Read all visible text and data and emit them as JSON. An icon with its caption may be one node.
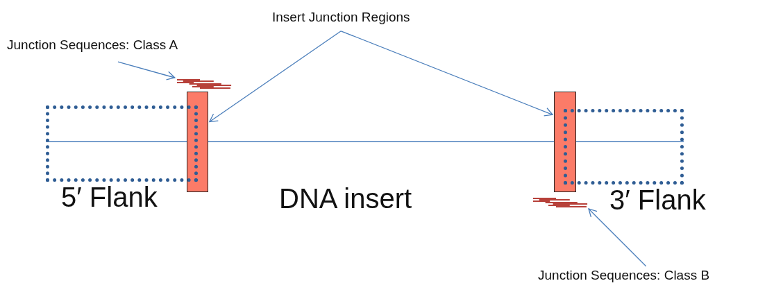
{
  "diagram": {
    "nodes": [
      {
        "text": [
          "Insert Junction Regions"
        ]
      },
      {
        "text": [
          "Junction Sequences: Class A"
        ]
      },
      {
        "text": [],
        "shape": "bar"
      },
      {
        "text": [
          "5′ Flank"
        ]
      },
      {
        "text": [],
        "shape": "line"
      },
      {
        "text": [],
        "shape": "bar"
      },
      {
        "text": [],
        "shape": "bar"
      },
      {
        "text": [
          "3′ Flank"
        ]
      },
      {
        "text": [],
        "shape": "bar"
      },
      {
        "text": [
          "Junction Sequences: Class B"
        ]
      }
    ],
    "edges": [
      {
        "from": 0,
        "to": 2,
        "arrow": "to"
      },
      {
        "from": 0,
        "to": 6,
        "arrow": "to"
      },
      {
        "from": 1,
        "to": 5,
        "arrow": "to"
      },
      {
        "from": 9,
        "to": 8,
        "arrow": "to"
      }
    ],
    "labels": [
      "DNA insert"
    ]
  }
}
